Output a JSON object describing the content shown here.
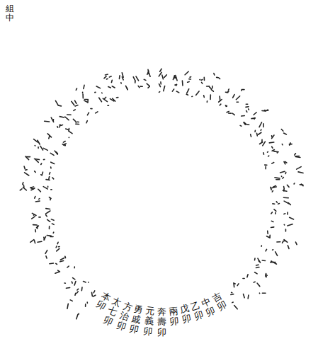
{
  "diagram": {
    "labels": [
      "組中",
      "本卯",
      "太七卯",
      "方治卯",
      "勇戚卯",
      "元義卯",
      "奔壽卯",
      "兩卯",
      "戊卯",
      "乙卯",
      "中卯",
      "吉卯"
    ]
  }
}
